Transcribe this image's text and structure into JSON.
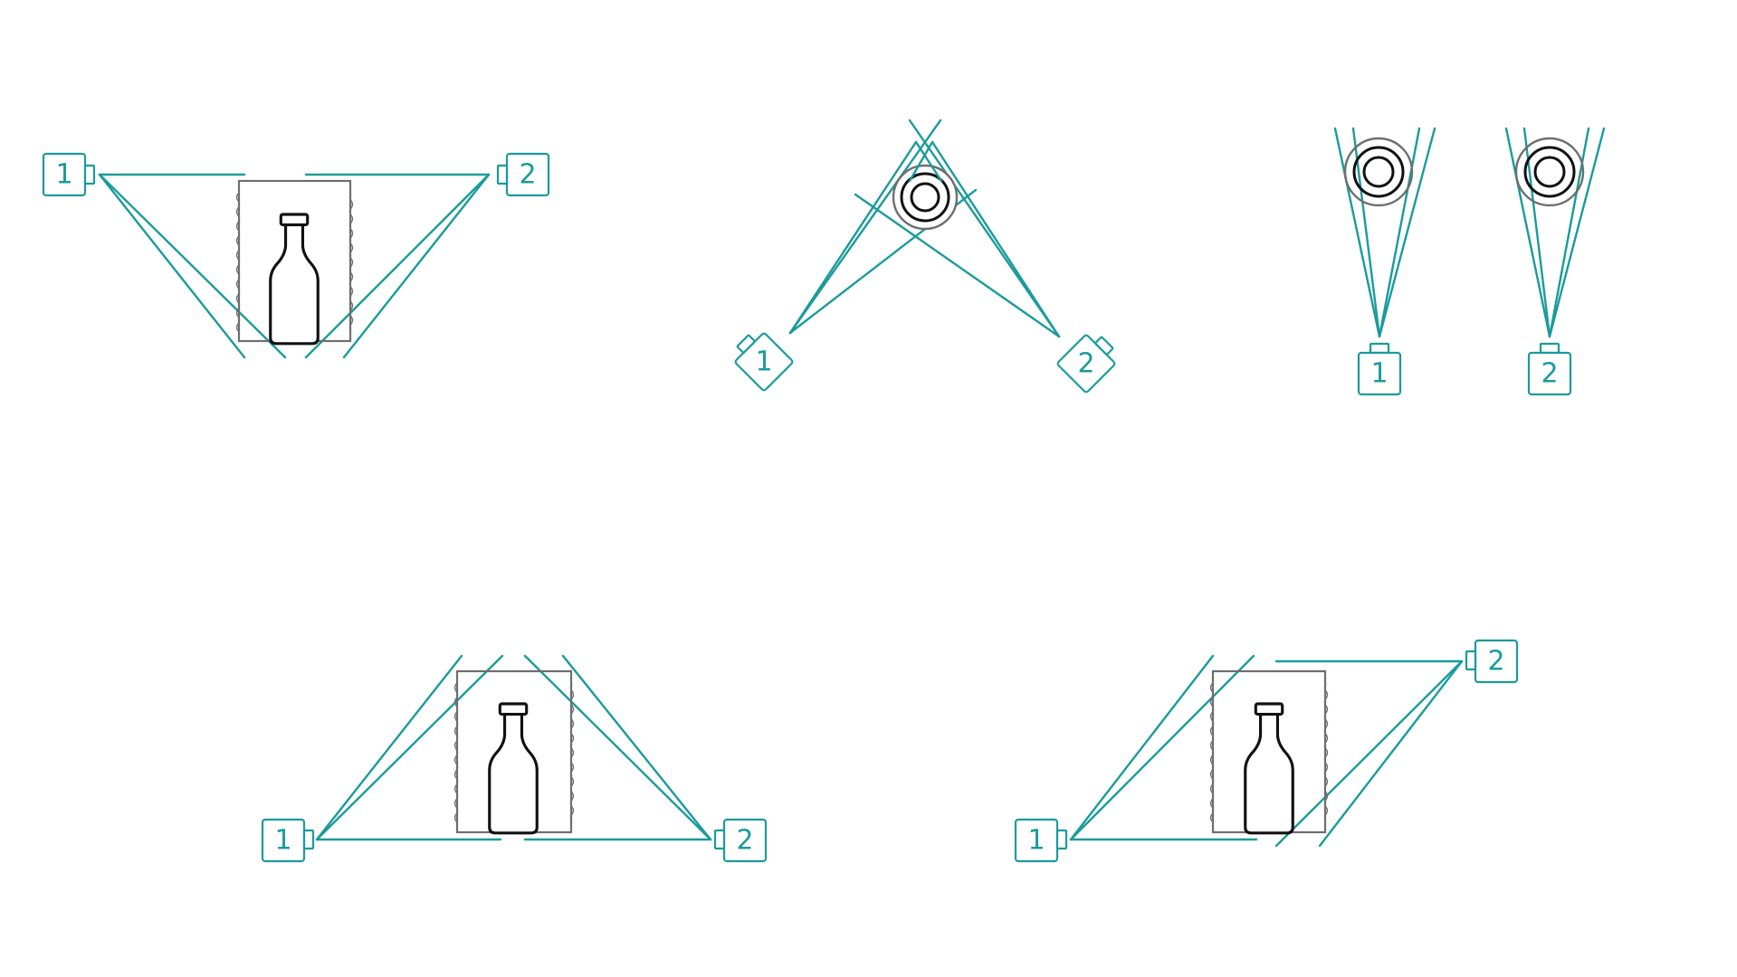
{
  "colors": {
    "teal": "#1a9b9b",
    "gray": "#6e6e6e",
    "ink": "#111111",
    "background": "#ffffff"
  },
  "diagrams": [
    {
      "id": "side-opposite",
      "cameras": [
        {
          "label": "1"
        },
        {
          "label": "2"
        }
      ]
    },
    {
      "id": "top-angled",
      "cameras": [
        {
          "label": "1"
        },
        {
          "label": "2"
        }
      ]
    },
    {
      "id": "top-parallel",
      "cameras": [
        {
          "label": "1"
        },
        {
          "label": "2"
        }
      ]
    },
    {
      "id": "side-below",
      "cameras": [
        {
          "label": "1"
        },
        {
          "label": "2"
        }
      ]
    },
    {
      "id": "side-diagonal",
      "cameras": [
        {
          "label": "1"
        },
        {
          "label": "2"
        }
      ]
    }
  ]
}
